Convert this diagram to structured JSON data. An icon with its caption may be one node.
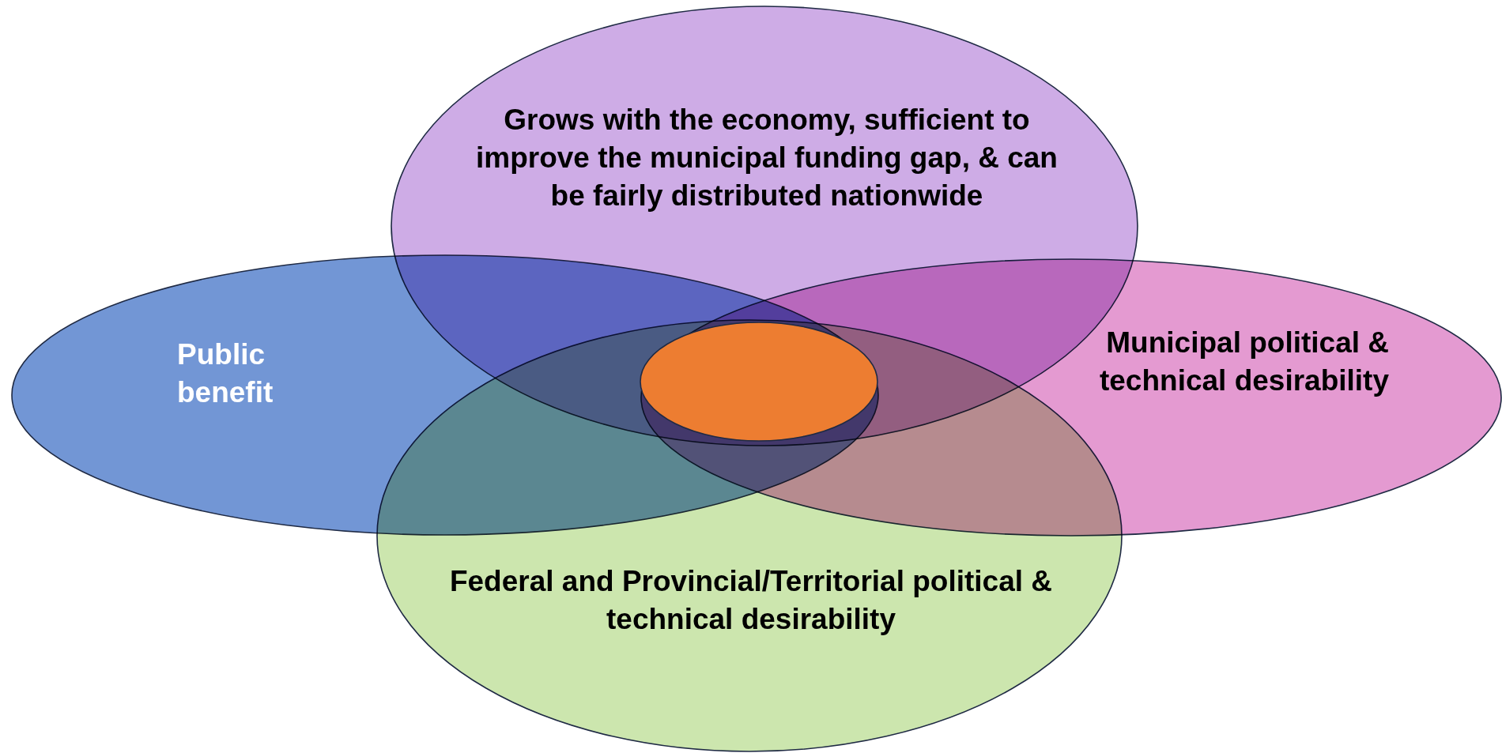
{
  "diagram": {
    "nodes": [
      {
        "text": [
          "Grows with the economy, sufficient to improve the municipal funding gap, & can be fairly distributed nationwide"
        ]
      },
      {
        "text": [
          "Public benefit"
        ]
      },
      {
        "text": [
          "Municipal political & technical desirability"
        ]
      },
      {
        "text": [
          "Federal and Provincial/Territorial political & technical desirability"
        ]
      },
      {
        "text": [],
        "shape": "ellipse"
      }
    ]
  }
}
